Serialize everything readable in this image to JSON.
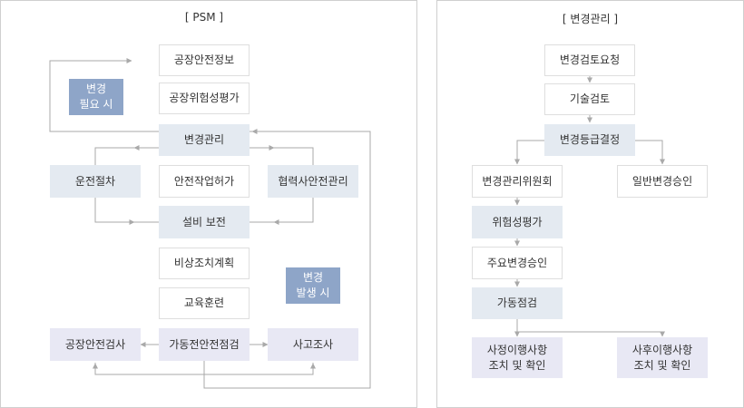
{
  "psm": {
    "title": "[ PSM ]",
    "nodes": {
      "factory_safety_info": "공장안전정보",
      "factory_risk_assessment": "공장위험성평가",
      "change_management": "변경관리",
      "operating_procedure": "운전절차",
      "safe_work_permit": "안전작업허가",
      "contractor_safety": "협력사안전관리",
      "equipment_maintenance": "설비 보전",
      "emergency_plan": "비상조치계획",
      "education_training": "교육훈련",
      "factory_safety_inspection": "공장안전검사",
      "pre_startup_inspection": "가동전안전점검",
      "accident_investigation": "사고조사"
    },
    "notes": {
      "change_needed": "변경\n필요 시",
      "change_occurred": "변경\n발생 시"
    }
  },
  "change_mgmt": {
    "title": "[ 변경관리 ]",
    "nodes": {
      "review_request": "변경검토요청",
      "technical_review": "기술검토",
      "grade_decision": "변경등급결정",
      "committee": "변경관리위원회",
      "general_approval": "일반변경승인",
      "risk_assessment": "위험성평가",
      "major_approval": "주요변경승인",
      "operation_check": "가동점검",
      "pre_followup": "사정이행사항\n조치 및 확인",
      "post_followup": "사후이행사항\n조치 및 확인"
    }
  },
  "colors": {
    "line": "#a9a9a9",
    "panel_border": "#cfcfcf",
    "box_gray_blue": "#e4eaf1",
    "box_lavender": "#e8e8f4",
    "note_blue": "#8ea5c8"
  }
}
